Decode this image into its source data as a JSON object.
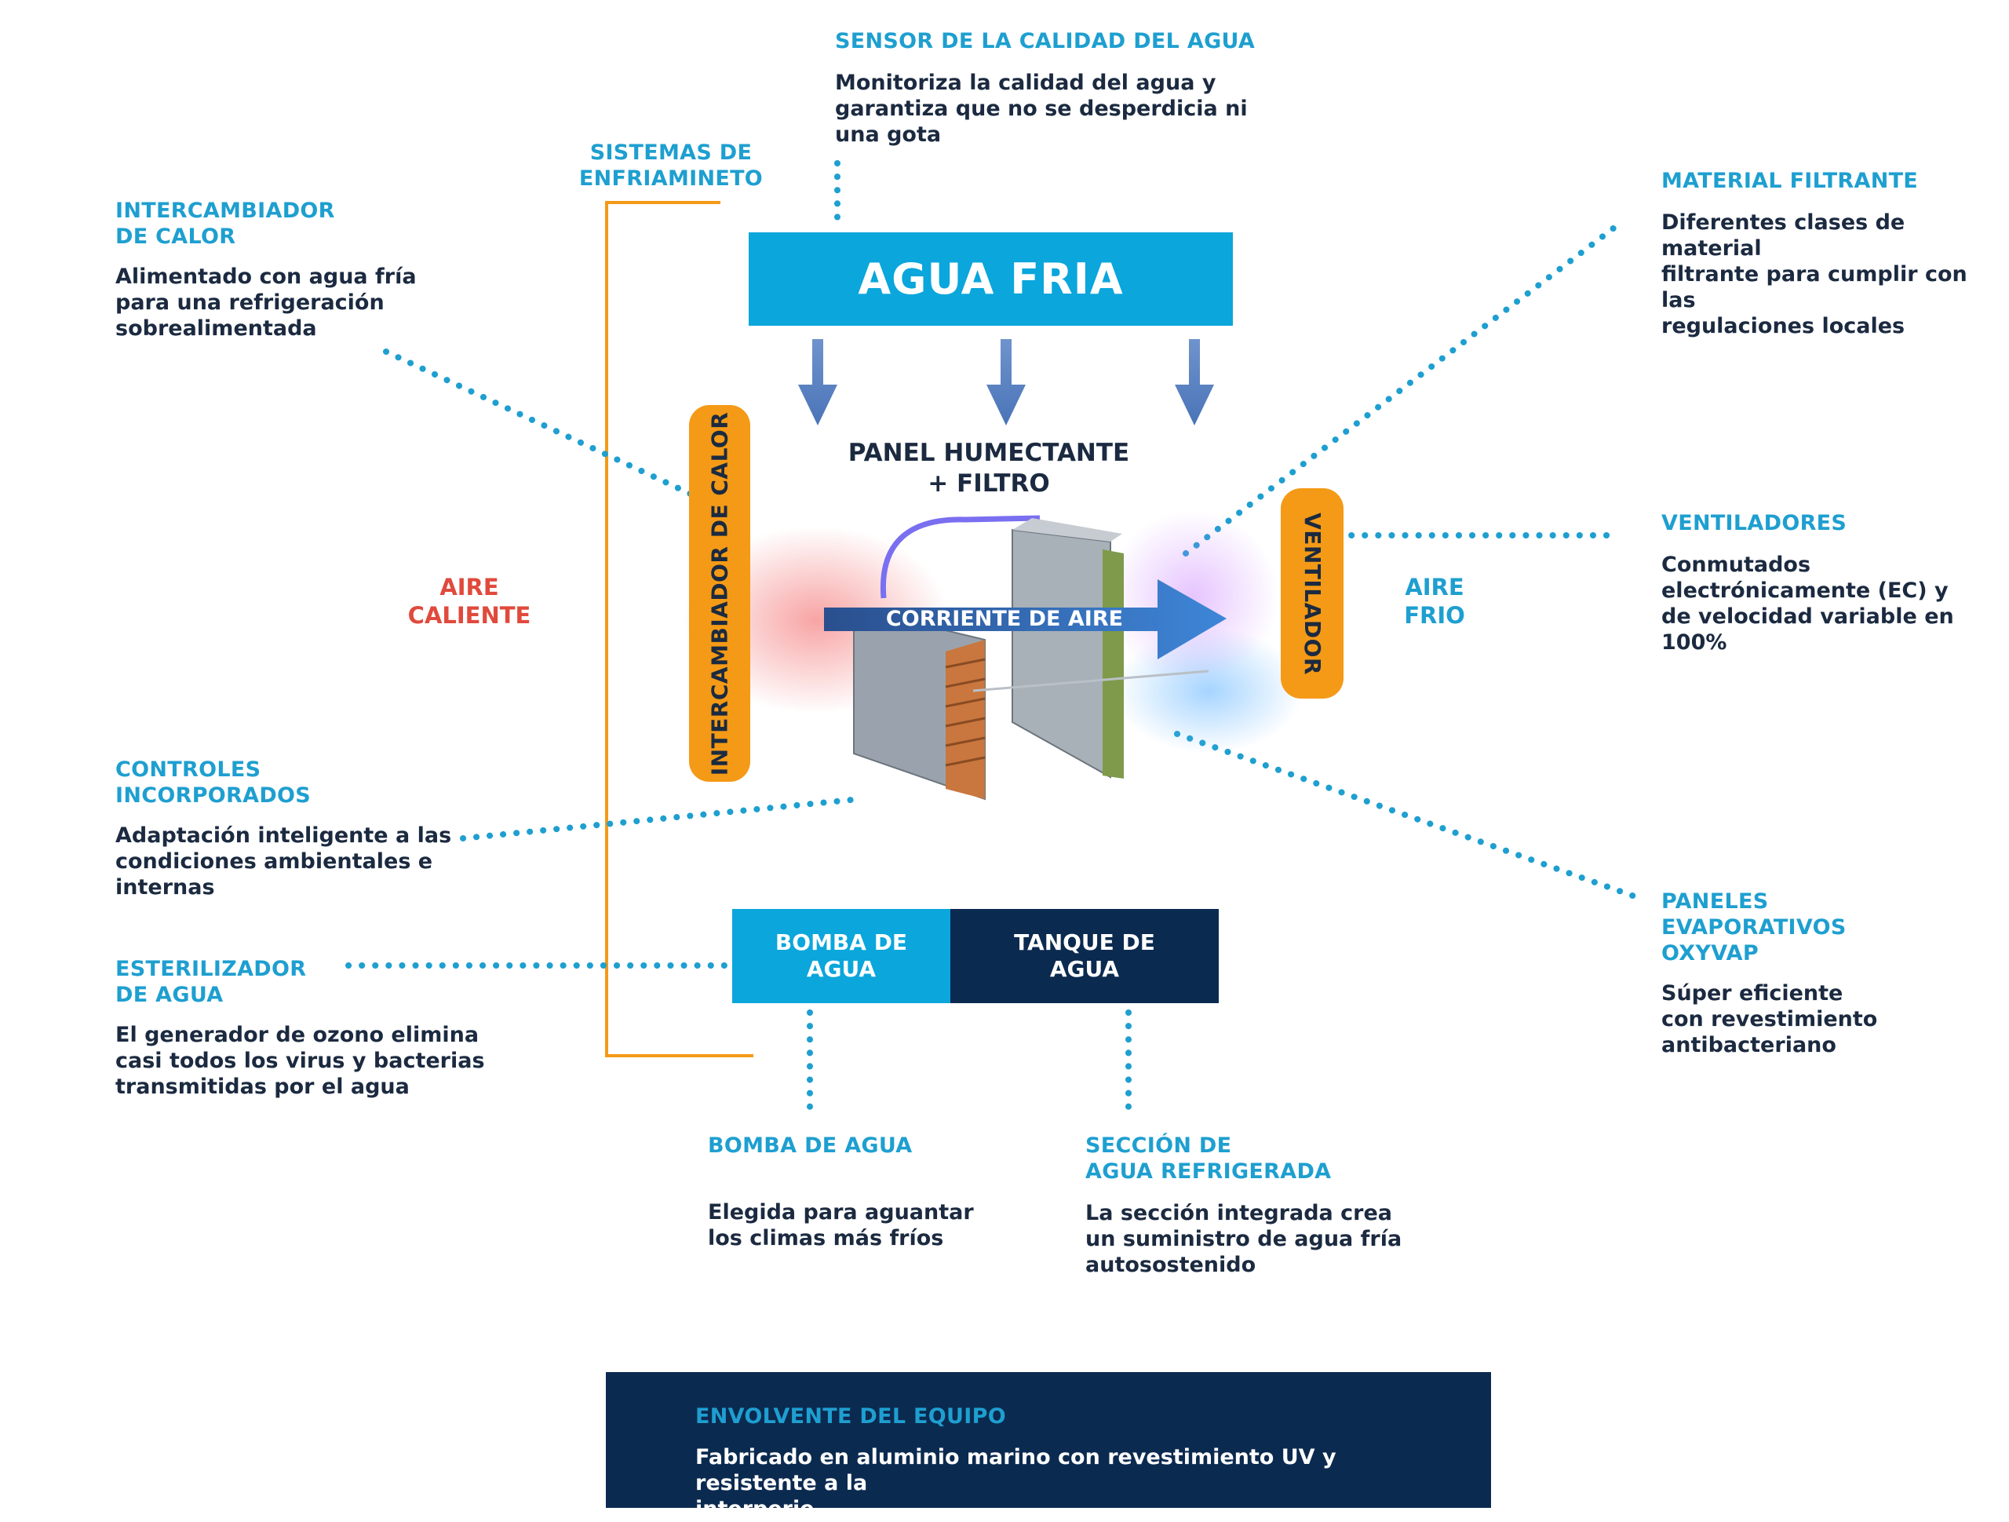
{
  "colors": {
    "accent_blue": "#0aa6dc",
    "navy": "#0b2a50",
    "orange": "#f49a16",
    "red": "#e04a3c",
    "text_dark": "#1b2a40",
    "title_blue": "#1e9fd0"
  },
  "diagram": {
    "agua_fria": "AGUA FRIA",
    "panel_title": "PANEL HUMECTANTE\n+ FILTRO",
    "airflow_label": "CORRIENTE DE AIRE",
    "intercambiador_pill": "INTERCAMBIADOR DE CALOR",
    "ventilador_pill": "VENTILADOR",
    "aire_caliente": "AIRE\nCALIENTE",
    "aire_frio": "AIRE\nFRIO",
    "sistemas_label": "SISTEMAS DE\nENFRIAMINETO",
    "bomba_box": "BOMBA DE\nAGUA",
    "tanque_box": "TANQUE DE\nAGUA"
  },
  "callouts": {
    "sensor": {
      "title": "SENSOR DE LA CALIDAD DEL AGUA",
      "text": "Monitoriza la calidad del agua y\ngarantiza que no se desperdicia ni\nuna gota"
    },
    "intercambiador": {
      "title": "INTERCAMBIADOR\nDE CALOR",
      "text": "Alimentado con agua fría\npara una refrigeración\nsobrealimentada"
    },
    "material": {
      "title": "MATERIAL FILTRANTE",
      "text": "Diferentes clases de material\nfiltrante para cumplir con las\nregulaciones locales"
    },
    "ventiladores": {
      "title": "VENTILADORES",
      "text": "Conmutados\nelectrónicamente (EC) y\nde velocidad variable en\n100%"
    },
    "controles": {
      "title": "CONTROLES\nINCORPORADOS",
      "text": "Adaptación inteligente a las\ncondiciones ambientales e\ninternas"
    },
    "esterilizador": {
      "title": "ESTERILIZADOR\nDE AGUA",
      "text": "El generador de ozono elimina\ncasi todos los virus y bacterias\ntransmitidas por el agua"
    },
    "paneles": {
      "title": "PANELES\nEVAPORATIVOS\nOXYVAP",
      "text": "Súper eficiente\ncon revestimiento\nantibacteriano"
    },
    "bomba": {
      "title": "BOMBA DE AGUA",
      "text": "Elegida para aguantar\nlos climas más fríos"
    },
    "seccion": {
      "title": "SECCIÓN DE\nAGUA REFRIGERADA",
      "text": "La sección integrada crea\nun suministro de agua fría\nautosostenido"
    },
    "envolvente": {
      "title": "ENVOLVENTE DEL EQUIPO",
      "text": "Fabricado en aluminio marino con revestimiento UV y resistente a la\ninterperie"
    }
  }
}
